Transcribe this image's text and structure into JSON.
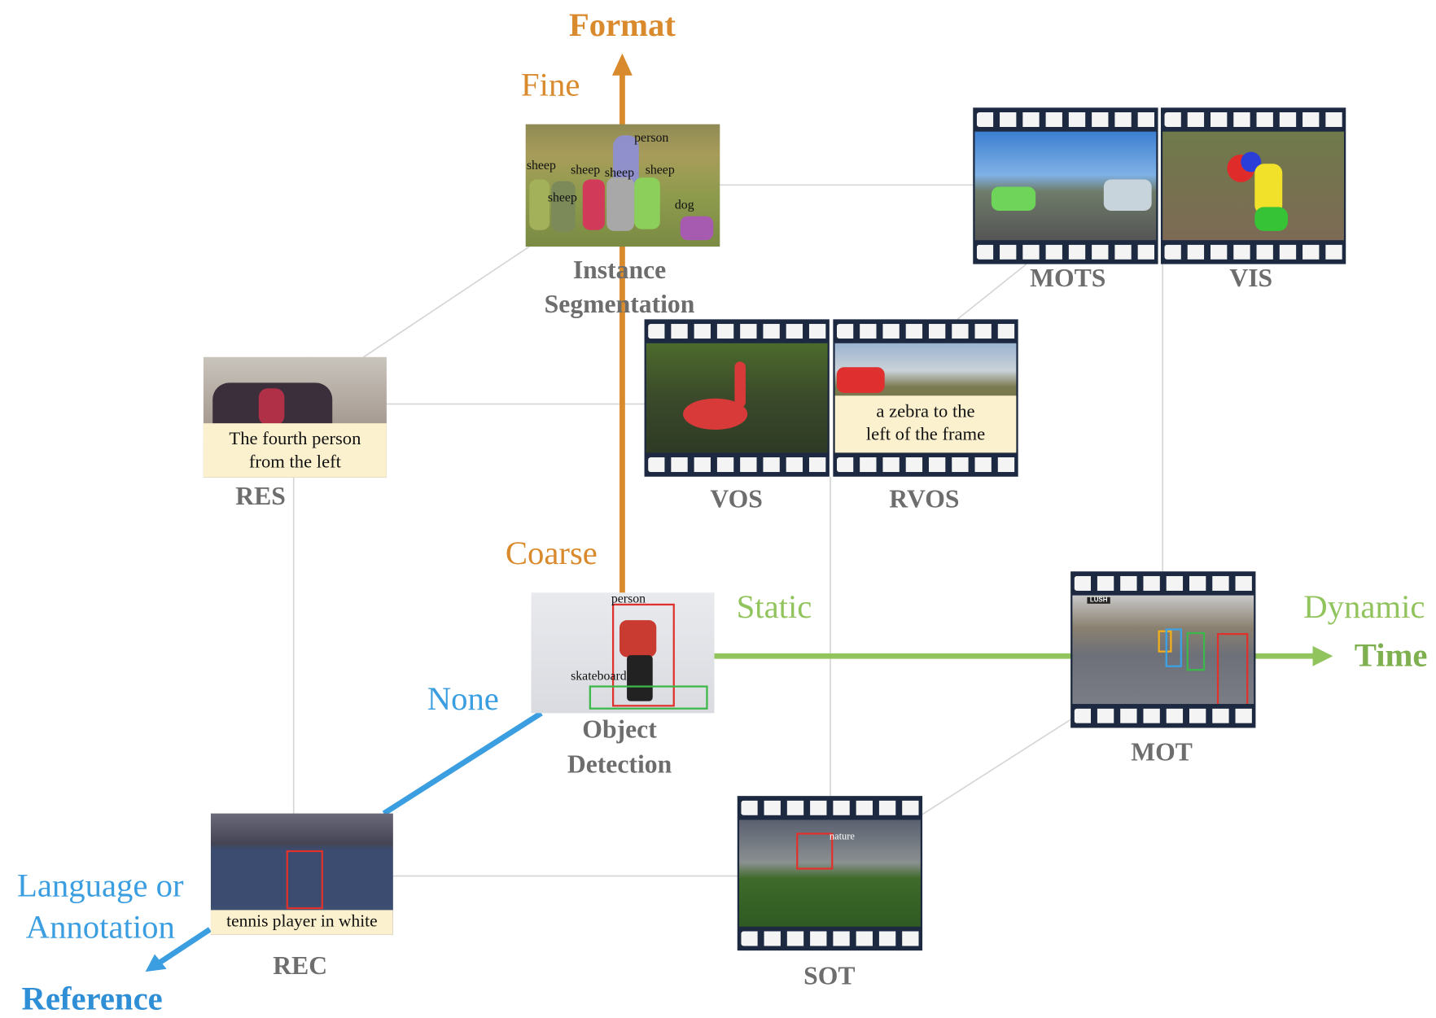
{
  "axes": {
    "format": {
      "title": "Format",
      "high": "Fine",
      "low": "Coarse",
      "color": "#d88a2c"
    },
    "time": {
      "title": "Time",
      "low": "Static",
      "high": "Dynamic",
      "color": "#92c45e"
    },
    "reference": {
      "title": "Reference",
      "low": "None",
      "high_line1": "Language or",
      "high_line2": "Annotation",
      "color": "#3a9ee0"
    }
  },
  "tasks": {
    "instance_segmentation": {
      "line1": "Instance",
      "line2": "Segmentation",
      "tags": [
        "person",
        "sheep",
        "sheep",
        "sheep",
        "sheep",
        "sheep",
        "dog"
      ]
    },
    "object_detection": {
      "line1": "Object",
      "line2": "Detection",
      "tags": [
        "person",
        "skateboard"
      ]
    },
    "mots": {
      "label": "MOTS"
    },
    "vis": {
      "label": "VIS"
    },
    "res": {
      "label": "RES",
      "caption_line1": "The fourth person",
      "caption_line2": "from the left"
    },
    "vos": {
      "label": "VOS"
    },
    "rvos": {
      "label": "RVOS",
      "caption_line1": "a zebra to the",
      "caption_line2": "left of the frame"
    },
    "mot": {
      "label": "MOT",
      "sign": "LUSH"
    },
    "rec": {
      "label": "REC",
      "caption": "tennis player in white"
    },
    "sot": {
      "label": "SOT",
      "sign": "nature"
    }
  }
}
